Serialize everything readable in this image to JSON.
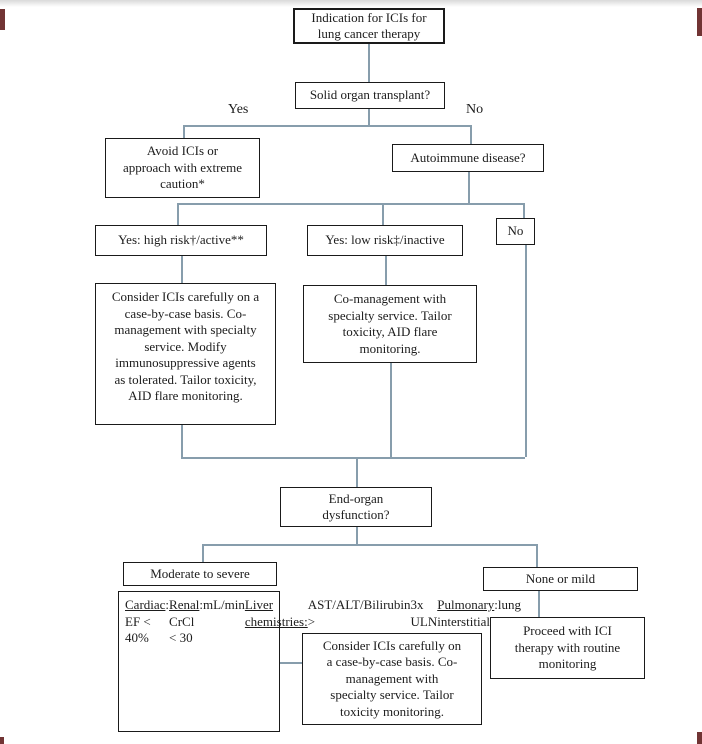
{
  "labels": {
    "branch_yes": "Yes",
    "branch_no": "No"
  },
  "nodes": {
    "indication": "Indication for ICIs for\nlung cancer therapy",
    "transplant": "Solid organ transplant?",
    "avoid": "Avoid ICIs or\napproach with extreme\ncaution*",
    "autoimmune": "Autoimmune disease?",
    "aid_high_risk": "Yes: high risk†/active**",
    "aid_low_risk": "Yes: low risk‡/inactive",
    "aid_no": "No",
    "consider_aid": "Consider ICIs carefully on a\ncase-by-case basis. Co-\nmanagement with specialty\nservice. Modify\nimmunosuppressive agents\nas tolerated. Tailor toxicity,\nAID flare monitoring.",
    "comanagement": "Co-management with\nspecialty service. Tailor\ntoxicity, AID flare\nmonitoring.",
    "end_organ": "End-organ\ndysfunction?",
    "moderate_severe": "Moderate to severe",
    "none_mild": "None or mild",
    "consider_organ": "Consider ICIs carefully on\na case-by-case basis. Co-\nmanagement with\nspecialty service. Tailor\ntoxicity monitoring.",
    "proceed": "Proceed with ICI\ntherapy with routine\nmonitoring"
  },
  "criteria_lines": [
    [
      {
        "t": "Cardiac",
        "u": true
      },
      {
        "t": ": EF < 40%"
      }
    ],
    [
      {
        "t": "Renal",
        "u": true
      },
      {
        "t": ": CrCl < 30"
      }
    ],
    [
      {
        "t": "mL/min"
      }
    ],
    [
      {
        "t": "Liver chemistries:",
        "u": true
      }
    ],
    [
      {
        "t": "AST/ALT/Bilirubin >"
      }
    ],
    [
      {
        "t": "3x ULN"
      }
    ],
    [
      {
        "t": "Pulmonary",
        "u": true
      },
      {
        "t": ": interstitial"
      }
    ],
    [
      {
        "t": "lung disease"
      }
    ]
  ],
  "colors": {
    "connector": "#879dac",
    "box_border": "#1a1a1a",
    "text": "#1c1c1c",
    "edge_mark": "#713434",
    "top_band": "#d9d9d9"
  }
}
